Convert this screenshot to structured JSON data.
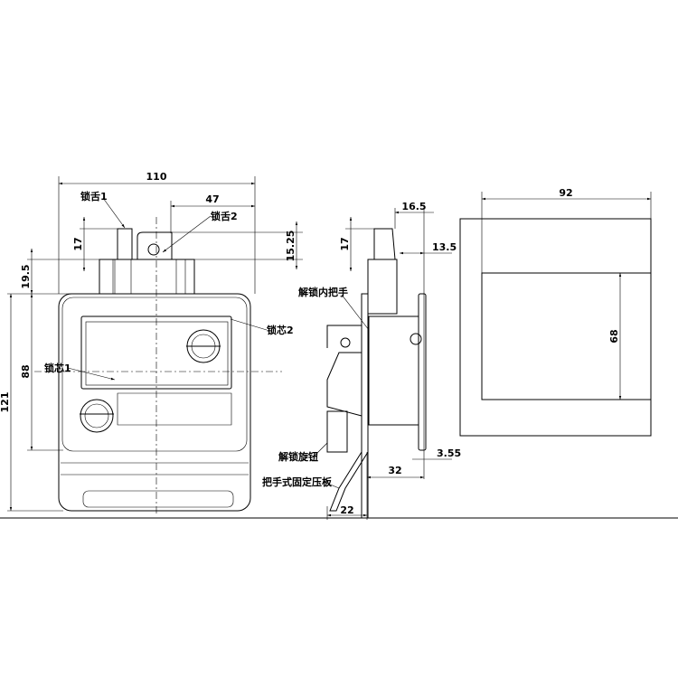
{
  "views": {
    "front": {
      "dimensions": {
        "width_total": "110",
        "tongue2_offset": "47",
        "tongue_height": "17",
        "flange_height": "19.5",
        "body_height": "121",
        "handle_height": "88",
        "tongue2_height": "15.25"
      },
      "labels": {
        "tongue1": "锁舌1",
        "tongue2": "锁舌2",
        "core1": "锁芯1",
        "core2": "锁芯2"
      }
    },
    "side": {
      "dimensions": {
        "tongue_depth": "16.5",
        "tongue_offset": "13.5",
        "tongue_height": "17",
        "depth": "32",
        "flange_thickness": "3.55",
        "plate_offset": "22"
      },
      "labels": {
        "inner_handle": "解锁内把手",
        "release_knob": "解锁旋钮",
        "fixing_plate": "把手式固定压板"
      }
    },
    "cutout": {
      "dimensions": {
        "width": "92",
        "height": "68"
      }
    }
  }
}
